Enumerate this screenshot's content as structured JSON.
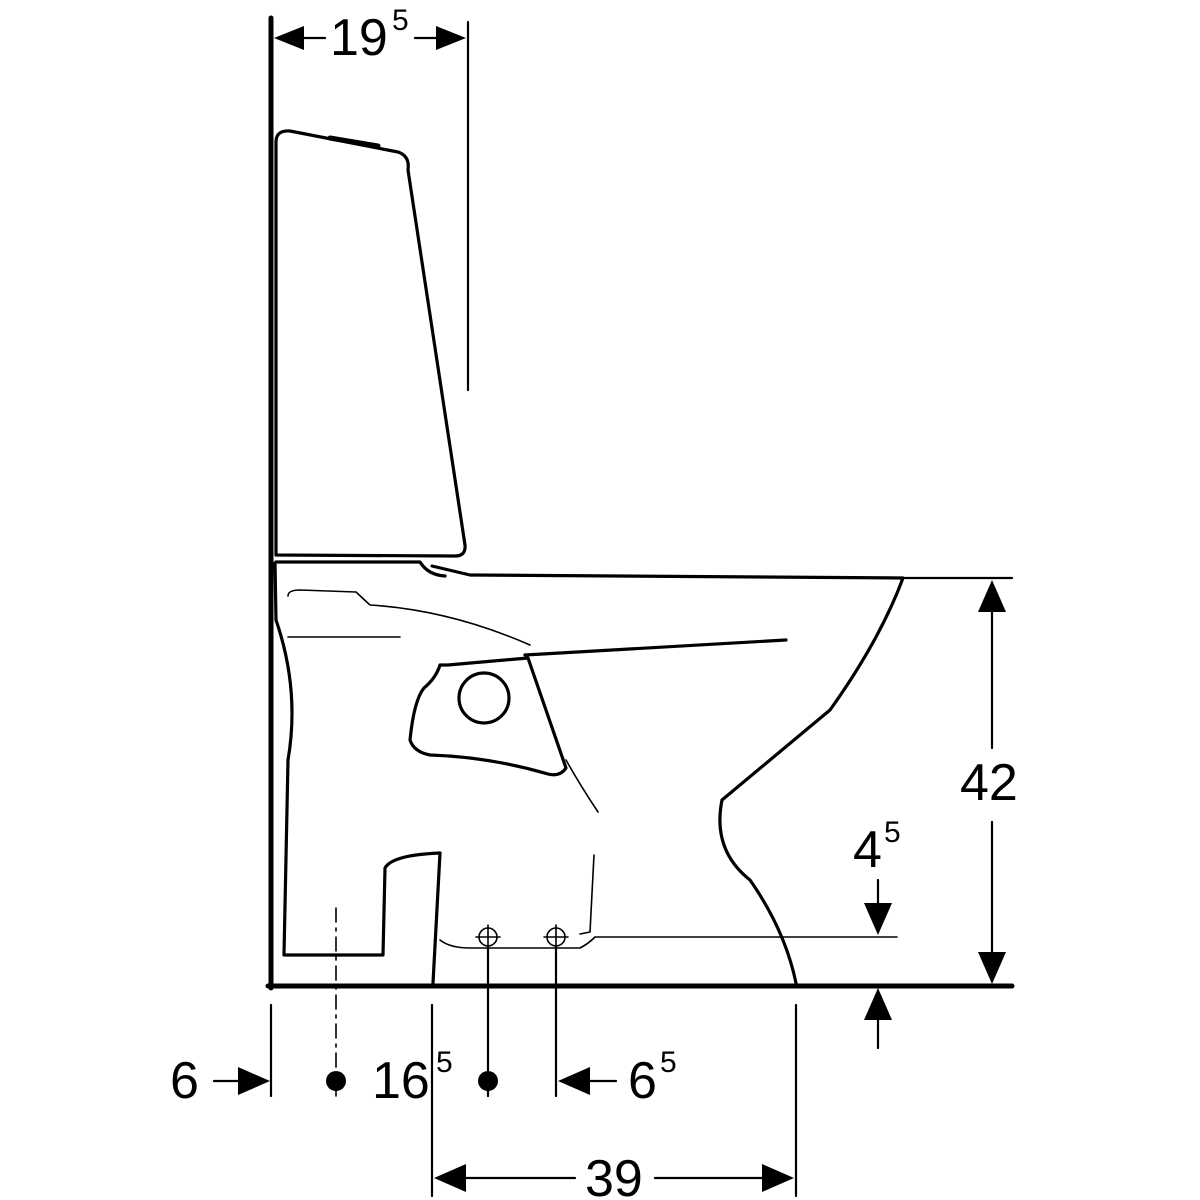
{
  "dimensions": {
    "tank_depth": {
      "main": "19",
      "sup": "5"
    },
    "total_height": {
      "main": "42",
      "sup": ""
    },
    "outlet_height": {
      "main": "4",
      "sup": "5"
    },
    "wall_offset": {
      "main": "6",
      "sup": ""
    },
    "fixing_spacing": {
      "main": "16",
      "sup": "5"
    },
    "fixing_offset": {
      "main": "6",
      "sup": "5"
    },
    "foot_length": {
      "main": "39",
      "sup": ""
    }
  }
}
